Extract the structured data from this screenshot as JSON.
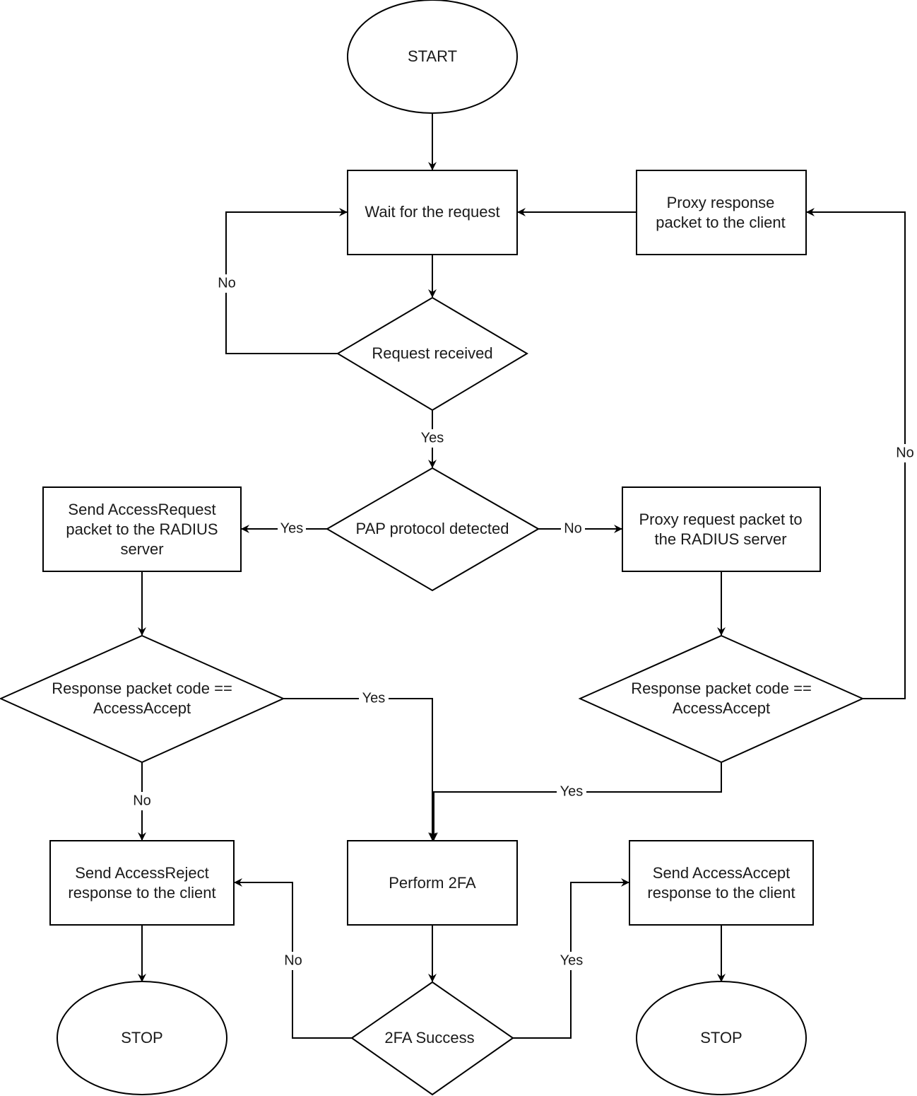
{
  "nodes": {
    "start": "START",
    "wait": "Wait for the request",
    "proxy_response": [
      "Proxy response",
      "packet to the client"
    ],
    "request_received": "Request received",
    "pap_detected": "PAP protocol detected",
    "send_access_request": [
      "Send AccessRequest",
      "packet to the RADIUS",
      "server"
    ],
    "proxy_request": [
      "Proxy request packet to",
      "the RADIUS server"
    ],
    "left_response_check": [
      "Response packet code ==",
      "AccessAccept"
    ],
    "right_response_check": [
      "Response packet code ==",
      "AccessAccept"
    ],
    "send_reject": [
      "Send AccessReject",
      "response to the client"
    ],
    "perform_2fa": "Perform 2FA",
    "send_accept": [
      "Send AccessAccept",
      "response to the client"
    ],
    "twofa_success": "2FA Success",
    "stop_left": "STOP",
    "stop_right": "STOP"
  },
  "edge_labels": {
    "request_no": "No",
    "request_yes": "Yes",
    "pap_yes": "Yes",
    "pap_no": "No",
    "right_check_no": "No",
    "left_check_yes": "Yes",
    "right_check_yes": "Yes",
    "left_check_no": "No",
    "twofa_no": "No",
    "twofa_yes": "Yes"
  }
}
